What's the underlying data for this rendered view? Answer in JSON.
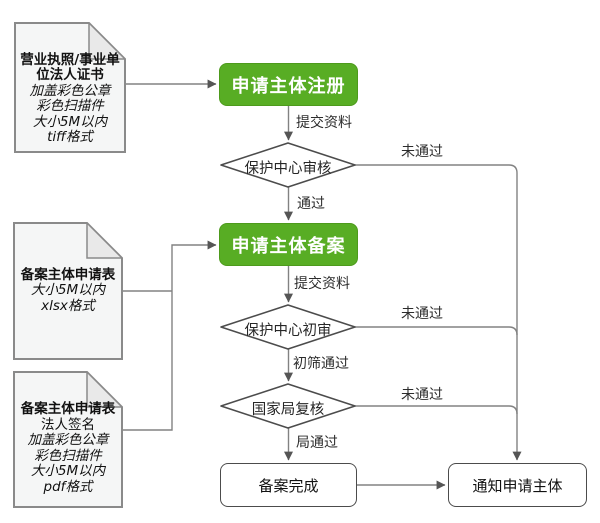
{
  "colors": {
    "accent_green": "#58ad24",
    "connector_line": "#828282",
    "node_border": "#4c4c4c",
    "arrowhead": "#555555",
    "document_fill": "#f5f6f6",
    "document_fold": "#e9e9e9",
    "document_border": "#8a8a8a"
  },
  "nodes": {
    "register": {
      "label": "申请主体注册"
    },
    "filing": {
      "label": "申请主体备案"
    },
    "review_center": {
      "label": "保护中心审核"
    },
    "initial_review": {
      "label": "保护中心初审"
    },
    "bureau_recheck": {
      "label": "国家局复核"
    },
    "complete": {
      "label": "备案完成"
    },
    "notify": {
      "label": "通知申请主体"
    }
  },
  "edge_labels": {
    "submit1": "提交资料",
    "pass1": "通过",
    "submit2": "提交资料",
    "pass2": "初筛通过",
    "pass3": "局通过",
    "fail1": "未通过",
    "fail2": "未通过",
    "fail3": "未通过"
  },
  "documents": [
    {
      "title_lines": [
        "营业执照/事业单",
        "位法人证书"
      ],
      "notes": [
        "加盖彩色公章",
        "彩色扫描件",
        "大小5M以内",
        "tiff格式"
      ]
    },
    {
      "title_lines": [
        "备案主体申请表"
      ],
      "notes": [
        "大小5M以内",
        "xlsx格式"
      ]
    },
    {
      "title_lines": [
        "备案主体申请表"
      ],
      "notes": [
        "法人签名",
        "加盖彩色公章",
        "彩色扫描件",
        "大小5M以内",
        "pdf格式"
      ]
    }
  ]
}
